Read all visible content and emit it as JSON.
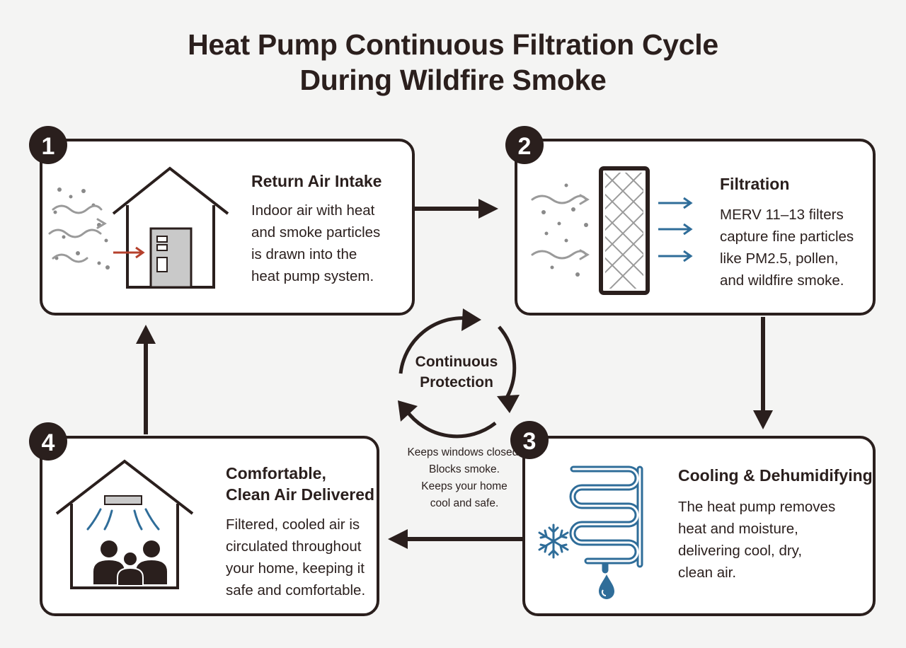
{
  "title": {
    "line1": "Heat Pump Continuous Filtration Cycle",
    "line2": "During Wildfire Smoke"
  },
  "steps": [
    {
      "number": "1",
      "title": "Return Air Intake",
      "body": [
        "Indoor air with heat",
        "and smoke particles",
        "is drawn into the",
        "heat pump system."
      ]
    },
    {
      "number": "2",
      "title": "Filtration",
      "body": [
        "MERV 11–13 filters",
        "capture fine particles",
        "like PM2.5, pollen,",
        "and wildfire smoke."
      ]
    },
    {
      "number": "3",
      "title": "Cooling & Dehumidifying",
      "body": [
        "The heat pump removes",
        "heat and moisture,",
        "delivering cool, dry,",
        "clean air."
      ]
    },
    {
      "number": "4",
      "title": [
        "Comfortable,",
        "Clean Air Delivered"
      ],
      "body": [
        "Filtered, cooled air is",
        "circulated throughout",
        "your home, keeping it",
        "safe and comfortable."
      ]
    }
  ],
  "center": {
    "label": [
      "Continuous",
      "Protection"
    ],
    "note": [
      "Keeps windows closed.",
      "Blocks smoke.",
      "Keeps your home",
      "cool and safe."
    ]
  },
  "colors": {
    "ink": "#2a1f1d",
    "blue": "#2f6d99",
    "gray": "#9a9a9a",
    "red_arrow": "#b5402c"
  }
}
